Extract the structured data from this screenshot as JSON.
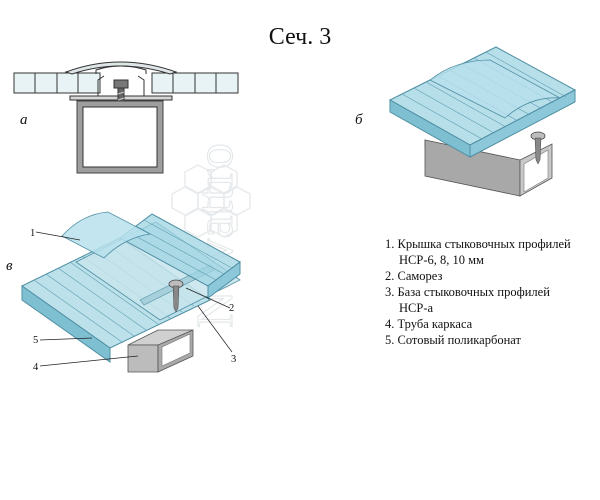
{
  "title": "Сеч. 3",
  "figures": {
    "a": "а",
    "b": "б",
    "v": "в"
  },
  "watermark": "Novattro",
  "callouts": [
    "1",
    "2",
    "3",
    "4",
    "5"
  ],
  "legend": [
    {
      "num": "1.",
      "line1": "Крышка стыковочных профилей",
      "line2": "HCP-6, 8, 10 мм"
    },
    {
      "num": "2.",
      "line1": "Саморез",
      "line2": ""
    },
    {
      "num": "3.",
      "line1": "База стыковочных профилей",
      "line2": "HCP-a"
    },
    {
      "num": "4.",
      "line1": "Труба каркаса",
      "line2": ""
    },
    {
      "num": "5.",
      "line1": "Сотовый поликарбонат",
      "line2": ""
    }
  ],
  "colors": {
    "polycarbonate": "#9fd4e3",
    "polycarbonate_edge": "#4f8fa3",
    "metal": "#b9b9b9",
    "outline": "#333333"
  }
}
